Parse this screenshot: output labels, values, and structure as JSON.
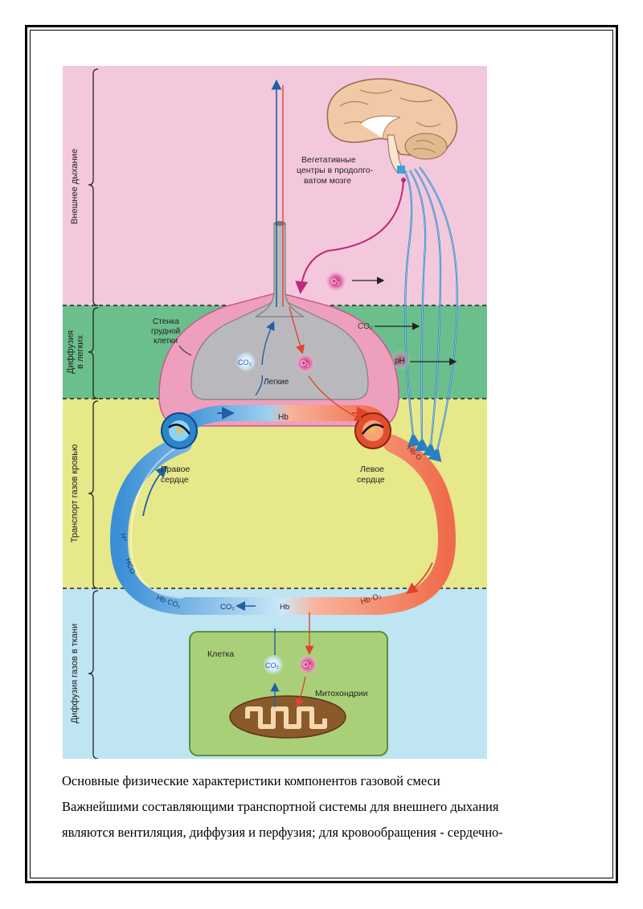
{
  "figure": {
    "zones": {
      "external_breathing": "Внешнее дыхание",
      "lung_diffusion_1": "Диффузия",
      "lung_diffusion_2": "в легких",
      "blood_transport": "Транспорт газов кровью",
      "tissue_diffusion": "Диффузия газов в ткани"
    },
    "labels": {
      "veg_centers_1": "Вегетативные",
      "veg_centers_2": "центры в продолго-",
      "veg_centers_3": "ватом мозге",
      "chest_wall_1": "Стенка",
      "chest_wall_2": "грудной",
      "chest_wall_3": "клетки",
      "lungs": "Легкие",
      "hb_top": "Hb",
      "right_heart_1": "Правое",
      "right_heart_2": "сердце",
      "left_heart_1": "Левое",
      "left_heart_2": "сердце",
      "cell": "Клетка",
      "mitochondria": "Митохондрии",
      "hb_bottom": "Hb",
      "ph": "pH"
    },
    "molecules": {
      "o2": "O₂",
      "co2": "CO₂",
      "h_plus": "H⁺",
      "hco": "HCO",
      "hb_co2": "Hb·CO₂",
      "hb_o2": "Hb·O₂",
      "hb_o": "Hb·O"
    },
    "colors": {
      "pink_zone": "#f4c8dc",
      "green_zone": "#6bbf8c",
      "yellow_zone": "#e6e88a",
      "blue_zone": "#bfe4f2",
      "venous": "#3b8fd6",
      "arterial": "#ef6c4a",
      "nerve": "#4aa6d8",
      "magenta": "#c0287a"
    }
  },
  "caption": {
    "line1": "Основные физические характеристики компонентов газовой смеси",
    "line2": "Важнейшими составляющими транспортной системы для внешнего дыхания",
    "line3": "являются вентиляция, диффузия и перфузия; для кровообращения - сердечно-"
  }
}
